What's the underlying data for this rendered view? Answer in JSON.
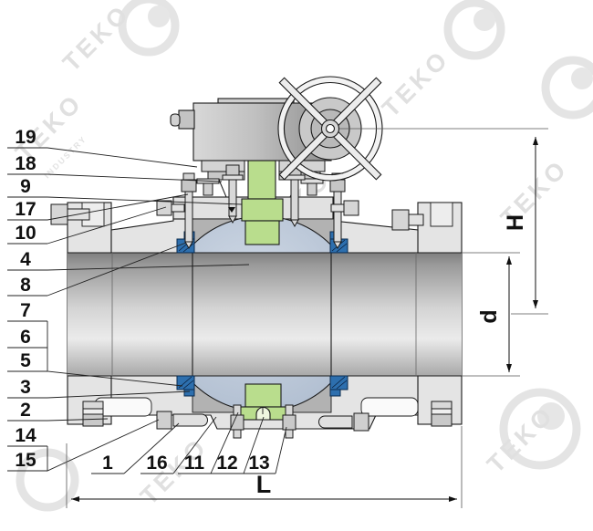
{
  "diagram": {
    "kind": "trunnion-mounted ball valve cross-section engineering drawing",
    "labels": {
      "left": [
        "19",
        "18",
        "9",
        "17",
        "10",
        "4",
        "8",
        "7",
        "6",
        "5",
        "3",
        "2",
        "14",
        "15"
      ],
      "bottom": [
        "1",
        "16",
        "11",
        "12",
        "13"
      ]
    },
    "dimensions": {
      "height": "H",
      "bore": "d",
      "length": "L"
    },
    "watermark": {
      "brand": "TEKO",
      "sub": "INDUSTRY"
    },
    "colors": {
      "outline": "#1a1a1a",
      "body_gray": "#e4e4e4",
      "shadow_gray": "#b2b2b2",
      "ball_blue": "#bcc9d9",
      "seat_blue": "#2d6fae",
      "stem_green": "#b9dd8d",
      "watermark_gray": "#e0e0e0"
    }
  }
}
